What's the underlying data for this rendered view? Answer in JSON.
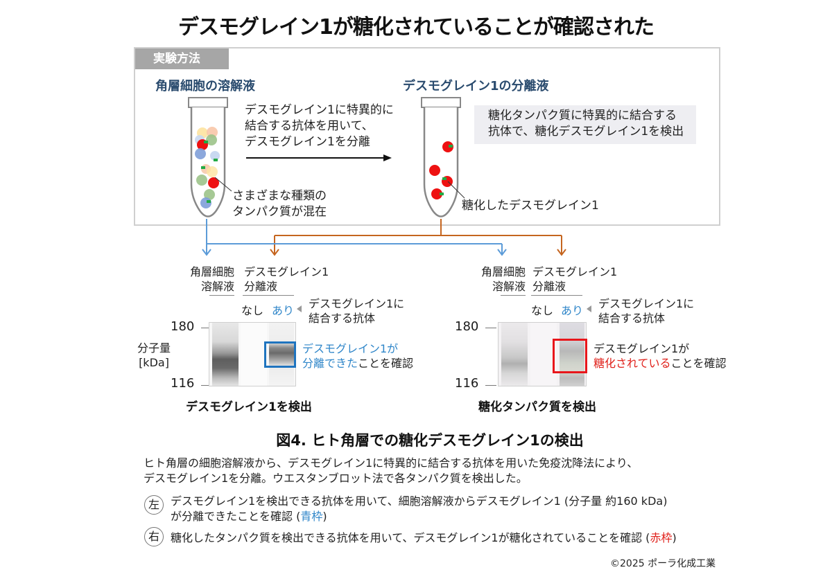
{
  "title": "デスモグレイン1が糖化されていることが確認された",
  "method": {
    "tab_label": "実験方法",
    "left": {
      "heading": "角層細胞の溶解液",
      "tube_note_line1": "さまざまな種類の",
      "tube_note_line2": "タンパク質が混在"
    },
    "arrow_text": [
      "デスモグレイン1に特異的に",
      "結合する抗体を用いて、",
      "デスモグレイン1を分離"
    ],
    "right": {
      "heading": "デスモグレイン1の分離液",
      "note_line1": "糖化タンパク質に特異的に結合する",
      "note_line2": "抗体で、糖化デスモグレイン1を検出",
      "tube_note": "糖化したデスモグレイン1"
    }
  },
  "colors": {
    "blue_connector": "#5b9bd8",
    "orange_connector": "#c5651f",
    "blue_box": "#1f74bf",
    "red_box": "#e8161b",
    "heading_blue": "#2a4b6e"
  },
  "blots": [
    {
      "id": "left",
      "col1_line1": "角層細胞",
      "col1_line2": "溶解液",
      "col2_line1": "デスモグレイン1",
      "col2_line2": "分離液",
      "none_label": "なし",
      "with_label": "あり",
      "antibody_line1": "デスモグレイン1に",
      "antibody_line2": "結合する抗体",
      "y_top": "180",
      "y_bottom": "116",
      "y_axis_line1": "分子量",
      "y_axis_line2": "[kDa]",
      "result_line1": "デスモグレイン1が",
      "result_line2_colored": "分離できた",
      "result_line2_rest": "ことを確認",
      "footer": "デスモグレイン1を検出"
    },
    {
      "id": "right",
      "col1_line1": "角層細胞",
      "col1_line2": "溶解液",
      "col2_line1": "デスモグレイン1",
      "col2_line2": "分離液",
      "none_label": "なし",
      "with_label": "あり",
      "antibody_line1": "デスモグレイン1に",
      "antibody_line2": "結合する抗体",
      "y_top": "180",
      "y_bottom": "116",
      "result_line1": "デスモグレイン1が",
      "result_line2_colored": "糖化されている",
      "result_line2_rest": "ことを確認",
      "footer": "糖化タンパク質を検出"
    }
  ],
  "caption": {
    "title": "図4. ヒト角層での糖化デスモグレイン1の検出",
    "para_line1": "ヒト角層の細胞溶解液から、デスモグレイン1に特異的に結合する抗体を用いた免疫沈降法により、",
    "para_line2": "デスモグレイン1を分離。ウエスタンブロット法で各タンパク質を検出した。",
    "left_marker": "左",
    "left_line1": "デスモグレイン1を検出できる抗体を用いて、細胞溶解液からデスモグレイン1 (分子量 約160 kDa)",
    "left_line2_pre": "が分離できたことを確認 (",
    "left_line2_colored": "青枠",
    "left_line2_post": ")",
    "right_marker": "右",
    "right_line_pre": "糖化したタンパク質を検出できる抗体を用いて、デスモグレイン1が糖化されていることを確認 (",
    "right_line_colored": "赤枠",
    "right_line_post": ")"
  },
  "copyright": "©2025 ポーラ化成工業"
}
